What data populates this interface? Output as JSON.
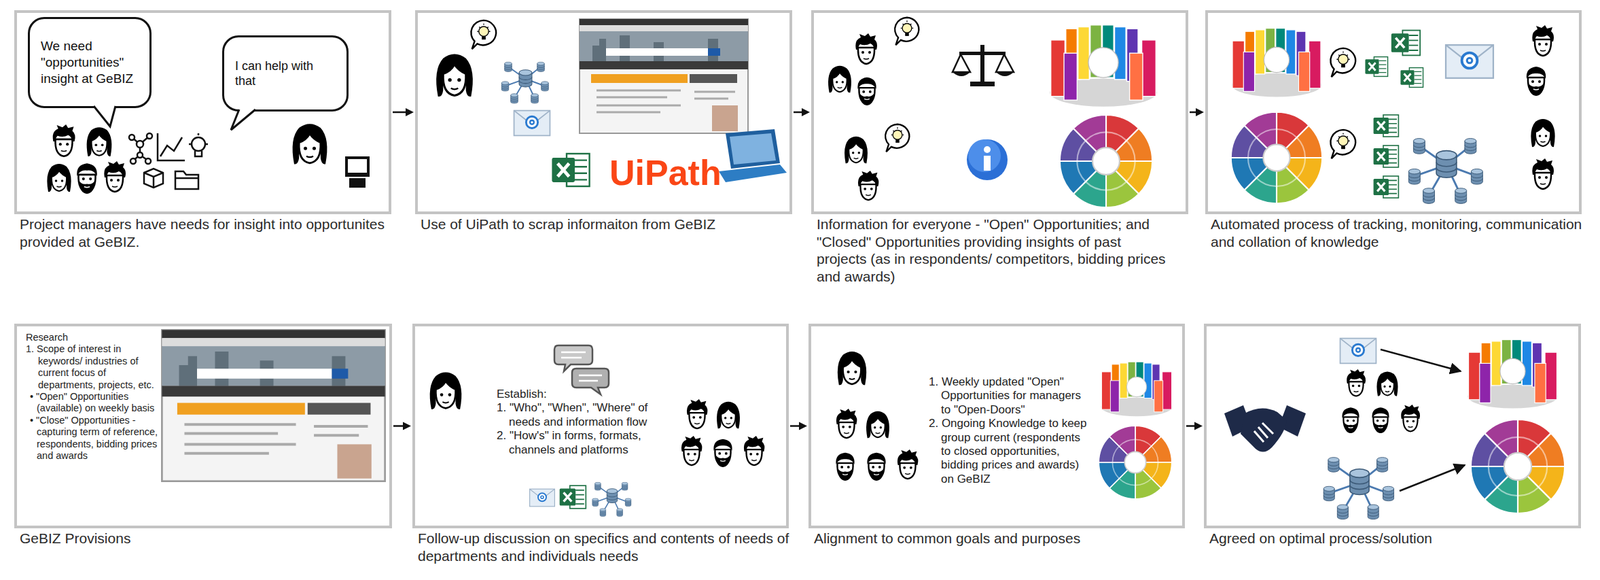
{
  "diagram": {
    "nodes": [
      {
        "text": [
          "Project managers have needs for insight into opportunites provided at GeBIZ."
        ]
      },
      {
        "text": [
          "We need \"opportunities\" insight at GeBIZ"
        ],
        "in": 0
      },
      {
        "text": [
          "I can help with that"
        ],
        "in": 0
      },
      {
        "text": [
          "Use of UiPath to scrap informaiton from GeBIZ",
          "UiPath"
        ]
      },
      {
        "text": [
          "Information for everyone - \"Open\" Opportunities; and \"Closed\" Opportunities providing insights of past projects (as in respondents/ competitors, bidding prices and awards)"
        ]
      },
      {
        "text": [
          "Automated process of tracking, monitoring, communication and collation of knowledge"
        ]
      },
      {
        "text": [
          "Research",
          "1. Scope of interest in keywords/ industries of current focus of departments, projects, etc.",
          "• \"Open\" Opportunities (available) on weekly basis",
          "• \"Close\" Opportunities - capturing term of reference, respondents, bidding prices and awards",
          "GeBIZ Provisions"
        ]
      },
      {
        "text": [
          "Establish:",
          "1. \"Who\", \"When\", \"Where\" of needs and information flow",
          "2. \"How's\" in forms, formats, channels and platforms",
          "Follow-up discussion on specifics and contents of needs of departments and individuals needs"
        ]
      },
      {
        "text": [
          "1. Weekly updated \"Open\" Opportunities for managers to \"Open-Doors\"",
          "2. Ongoing Knowledge to keep group current (respondents to closed opportunities, bidding prices and awards) on GeBIZ",
          "Alignment to common goals and purposes"
        ]
      },
      {
        "text": [
          "Agreed on optimal process/solution"
        ]
      }
    ],
    "edges": [
      {
        "from": 0,
        "to": 3,
        "arrow": "to"
      },
      {
        "from": 3,
        "to": 4,
        "arrow": "to"
      },
      {
        "from": 4,
        "to": 5,
        "arrow": "to"
      },
      {
        "from": 6,
        "to": 7,
        "arrow": "to"
      },
      {
        "from": 7,
        "to": 8,
        "arrow": "to"
      },
      {
        "from": 8,
        "to": 9,
        "arrow": "to"
      }
    ]
  }
}
